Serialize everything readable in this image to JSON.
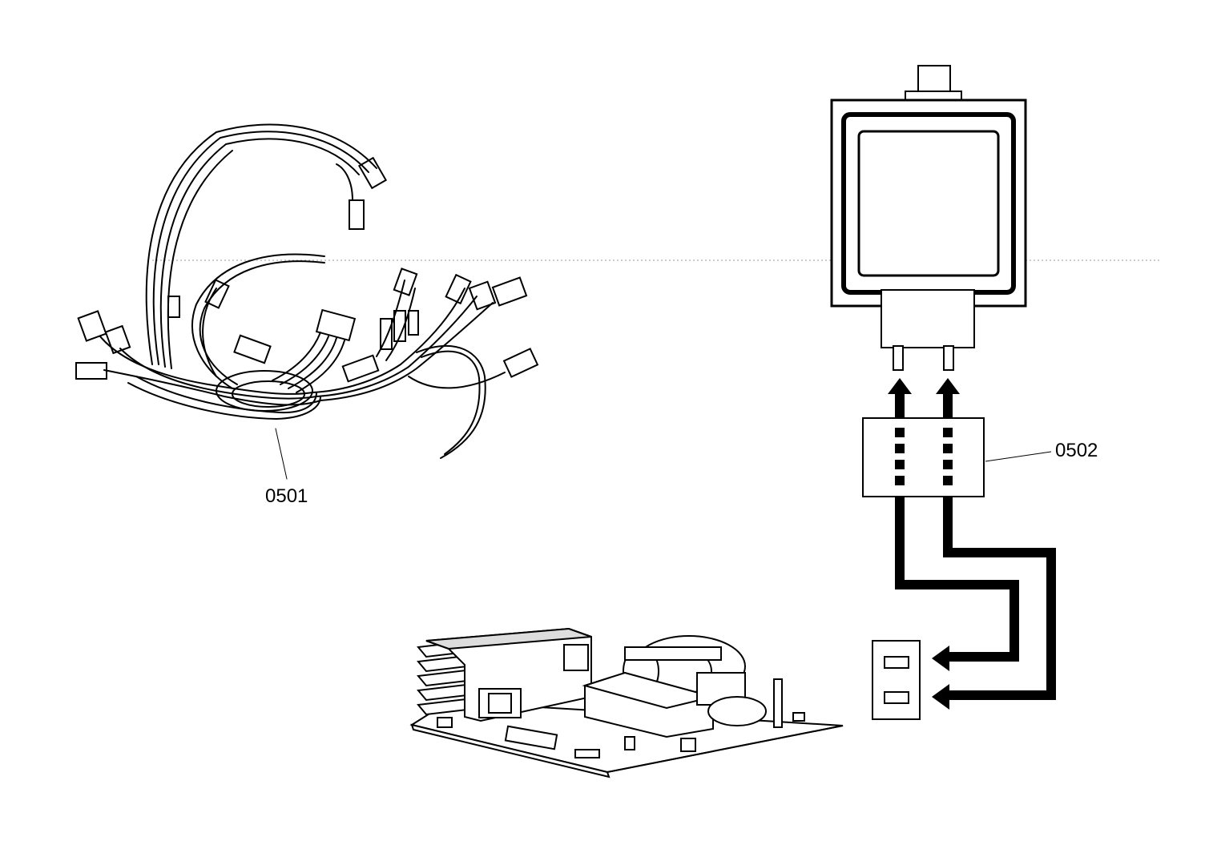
{
  "callouts": {
    "wire_harness": "0501",
    "noise_filter": "0502"
  },
  "colors": {
    "ink": "#000000",
    "paper": "#ffffff"
  },
  "parts": [
    {
      "id": "0501",
      "icon": "wire-harness-icon"
    },
    {
      "id": "0502",
      "icon": "noise-filter-icon"
    },
    {
      "icon": "magnetron-icon"
    },
    {
      "icon": "inverter-board-icon"
    },
    {
      "icon": "outlet-icon"
    }
  ]
}
